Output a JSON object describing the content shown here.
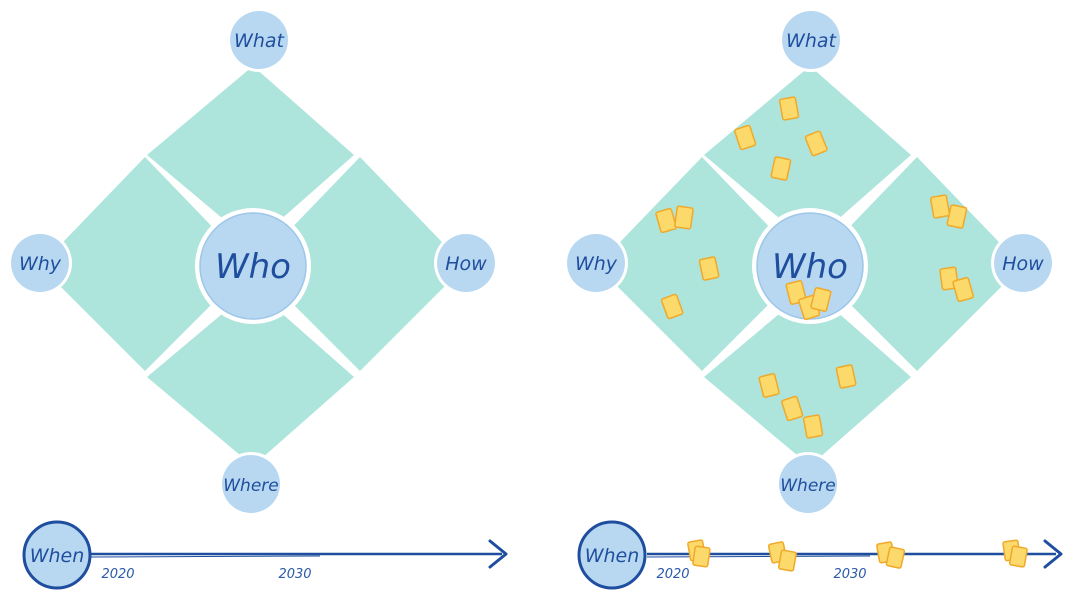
{
  "left_panel": {
    "center": "Who",
    "top": "What",
    "left": "Why",
    "right": "How",
    "bottom": "Where",
    "timeline": {
      "label": "When",
      "tick_start": "2020",
      "tick_mid": "2030"
    }
  },
  "right_panel": {
    "center": "Who",
    "top": "What",
    "left": "Why",
    "right": "How",
    "bottom": "Where",
    "timeline": {
      "label": "When",
      "tick_start": "2020",
      "tick_mid": "2030"
    }
  },
  "colors": {
    "quadrant_fill": "#ade5dc",
    "node_fill": "#b8d8f1",
    "node_text": "#1f4e9e",
    "line": "#1f4e9e",
    "sticky_fill": "#fbd96a",
    "sticky_stroke": "#f0a92a"
  }
}
